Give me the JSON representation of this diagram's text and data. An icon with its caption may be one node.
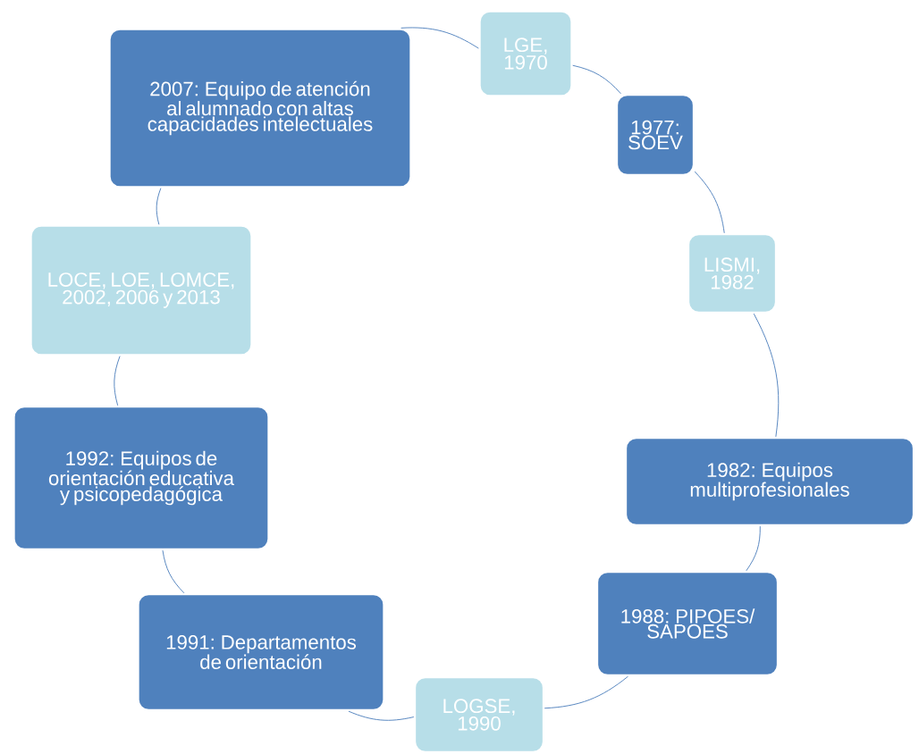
{
  "diagram": {
    "nodes": [
      {
        "text": [
          "LGE, 1970"
        ]
      },
      {
        "text": [
          "1977: SOEV"
        ]
      },
      {
        "text": [
          "LISMI, 1982"
        ]
      },
      {
        "text": [
          "1982: Equipos multiprofesionales"
        ]
      },
      {
        "text": [
          "1988: PIPOES/ SAPOES"
        ]
      },
      {
        "text": [
          "LOGSE, 1990"
        ]
      },
      {
        "text": [
          "1991: Departamentos de orientación"
        ]
      },
      {
        "text": [
          "1992: Equipos de orientación educativa y psicopedagógica"
        ]
      },
      {
        "text": [
          "LOCE, LOE, LOMCE, 2002, 2006 y 2013"
        ]
      },
      {
        "text": [
          "2007: Equipo de atención al alumnado con altas capacidades intelectuales"
        ]
      }
    ],
    "edges": [
      {
        "from": 0,
        "to": 1,
        "arrow": "none"
      },
      {
        "from": 1,
        "to": 2,
        "arrow": "none"
      },
      {
        "from": 2,
        "to": 3,
        "arrow": "none"
      },
      {
        "from": 3,
        "to": 4,
        "arrow": "none"
      },
      {
        "from": 4,
        "to": 5,
        "arrow": "none"
      },
      {
        "from": 5,
        "to": 6,
        "arrow": "none"
      },
      {
        "from": 6,
        "to": 7,
        "arrow": "none"
      },
      {
        "from": 7,
        "to": 8,
        "arrow": "none"
      },
      {
        "from": 8,
        "to": 9,
        "arrow": "none"
      },
      {
        "from": 9,
        "to": 0,
        "arrow": "none"
      }
    ]
  }
}
